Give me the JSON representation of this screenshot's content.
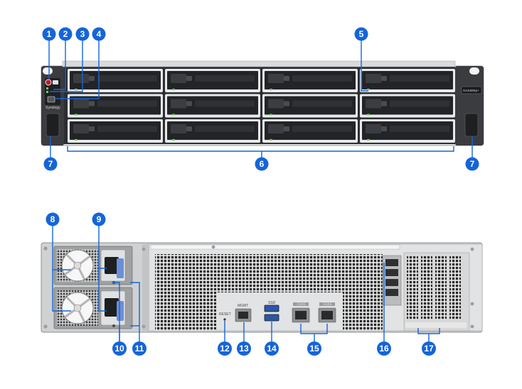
{
  "colors": {
    "callout": "#1565d8",
    "chassis_front": "#2c2e31",
    "bay_frame": "#e8e9ea",
    "chassis_rear": "#cfd1d2",
    "led_green": "#6fd25a"
  },
  "front": {
    "model_badge": "SA3400rp+",
    "brand": "Synology",
    "callouts": [
      {
        "label": "1"
      },
      {
        "label": "2"
      },
      {
        "label": "3"
      },
      {
        "label": "4"
      },
      {
        "label": "5"
      },
      {
        "label": "6"
      },
      {
        "label": "7"
      },
      {
        "label": "7"
      }
    ]
  },
  "rear": {
    "port_labels": {
      "reset": "RESET",
      "mgmt": "MGMT",
      "usb": "SSD",
      "lan1": "1GbE",
      "lan2": "1GbE"
    },
    "callouts": [
      {
        "label": "8"
      },
      {
        "label": "9"
      },
      {
        "label": "10"
      },
      {
        "label": "11"
      },
      {
        "label": "12"
      },
      {
        "label": "13"
      },
      {
        "label": "14"
      },
      {
        "label": "15"
      },
      {
        "label": "16"
      },
      {
        "label": "17"
      }
    ]
  }
}
